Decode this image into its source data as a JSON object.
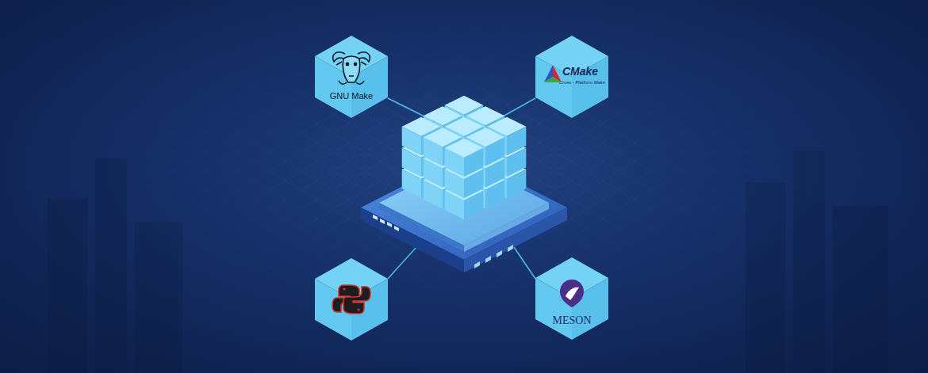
{
  "diagram": {
    "nodes": [
      {
        "text": [
          "GNU Make"
        ]
      },
      {
        "text": [
          "CMake",
          "Cross - Platform Make"
        ]
      },
      {
        "text": [
          "MESON"
        ]
      }
    ]
  }
}
